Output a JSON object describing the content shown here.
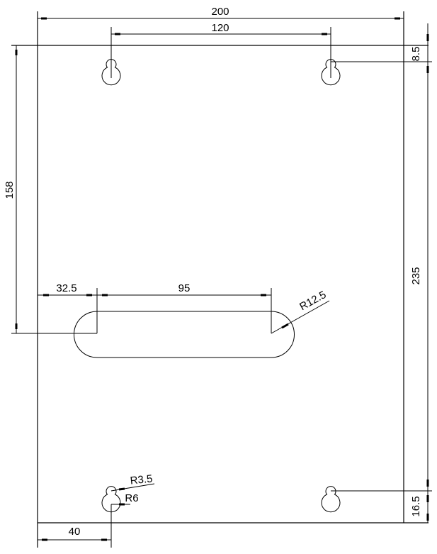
{
  "drawing": {
    "type": "mounting plate technical drawing",
    "line_color": "#000000",
    "background": "#ffffff"
  },
  "dimensions": {
    "overall_width": "200",
    "hole_spacing_horizontal": "120",
    "top_hole_offset": "8.5",
    "hole_spacing_vertical": "235",
    "bottom_hole_offset": "16.5",
    "slot_height_from_top": "158",
    "slot_left_offset": "32.5",
    "slot_length": "95",
    "slot_radius": "R12.5",
    "keyhole_small_radius": "R3.5",
    "keyhole_large_radius": "R6",
    "bottom_hole_left_offset": "40"
  }
}
